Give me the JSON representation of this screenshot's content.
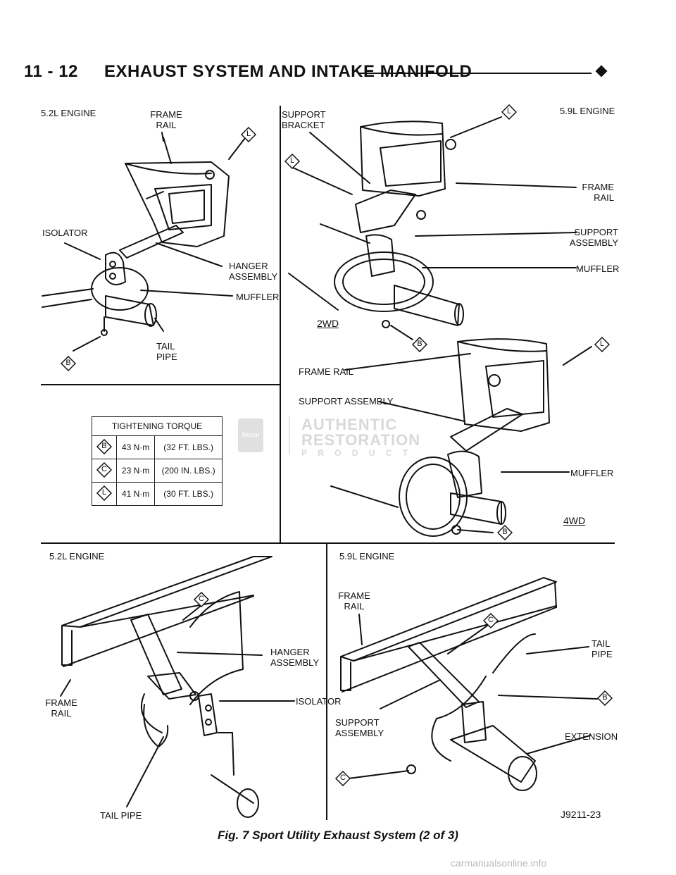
{
  "header": {
    "page_number": "11 - 12",
    "title": "EXHAUST SYSTEM AND INTAKE MANIFOLD"
  },
  "panels": {
    "top_left": {
      "engine": "5.2L ENGINE",
      "frame_rail": "FRAME RAIL",
      "isolator": "ISOLATOR",
      "hanger_assembly": "HANGER ASSEMBLY",
      "muffler": "MUFFLER",
      "tail_pipe": "TAIL PIPE",
      "callout_l": "L",
      "callout_b": "B"
    },
    "top_right": {
      "engine": "5.9L ENGINE",
      "support_bracket": "SUPPORT BRACKET",
      "frame_rail": "FRAME RAIL",
      "support_assembly": "SUPPORT ASSEMBLY",
      "muffler": "MUFFLER",
      "variant_2wd": "2WD",
      "frame_rail_2": "FRAME RAIL",
      "support_assembly_2": "SUPPORT ASSEMBLY",
      "muffler_2": "MUFFLER",
      "variant_4wd": "4WD",
      "callout_l": "L",
      "callout_b": "B"
    },
    "bottom_left": {
      "engine": "5.2L ENGINE",
      "hanger_assembly": "HANGER ASSEMBLY",
      "isolator": "ISOLATOR",
      "frame_rail": "FRAME RAIL",
      "tail_pipe": "TAIL PIPE",
      "callout_c": "C"
    },
    "bottom_right": {
      "engine": "5.9L ENGINE",
      "frame_rail": "FRAME RAIL",
      "tail_pipe": "TAIL PIPE",
      "support_assembly": "SUPPORT ASSEMBLY",
      "extension": "EXTENSION",
      "callout_c": "C",
      "callout_b": "B"
    }
  },
  "torque_table": {
    "heading": "TIGHTENING TORQUE",
    "rows": [
      {
        "symbol": "B",
        "metric": "43 N·m",
        "imperial": "(32 FT. LBS.)"
      },
      {
        "symbol": "C",
        "metric": "23 N·m",
        "imperial": "(200 IN. LBS.)"
      },
      {
        "symbol": "L",
        "metric": "41 N·m",
        "imperial": "(30 FT. LBS.)"
      }
    ]
  },
  "watermark": {
    "badge": "Mopar",
    "line1": "AUTHENTIC",
    "line2": "RESTORATION",
    "line3": "P R O D U C T"
  },
  "figure_id": "J9211-23",
  "caption": "Fig. 7 Sport Utility Exhaust System (2 of 3)",
  "site": "carmanualsonline.info"
}
